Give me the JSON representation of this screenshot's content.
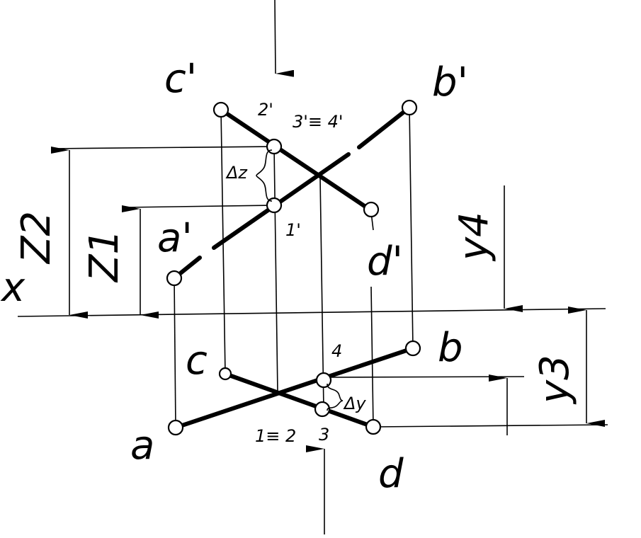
{
  "labels": {
    "c_prime": "c'",
    "b_prime": "b'",
    "two_prime": "2'",
    "three_four_prime": "3'≡ 4'",
    "delta_z": "Δz",
    "a_prime": "a'",
    "one_prime": "1'",
    "d_prime": "d'",
    "x_axis": "x",
    "z2": "Z2",
    "z1": "Z1",
    "y4": "y4",
    "y3": "y3",
    "c": "c",
    "b": "b",
    "four": "4",
    "delta_y": "Δy",
    "a": "a",
    "one_two": "1≡ 2",
    "three": "3",
    "d": "d"
  }
}
